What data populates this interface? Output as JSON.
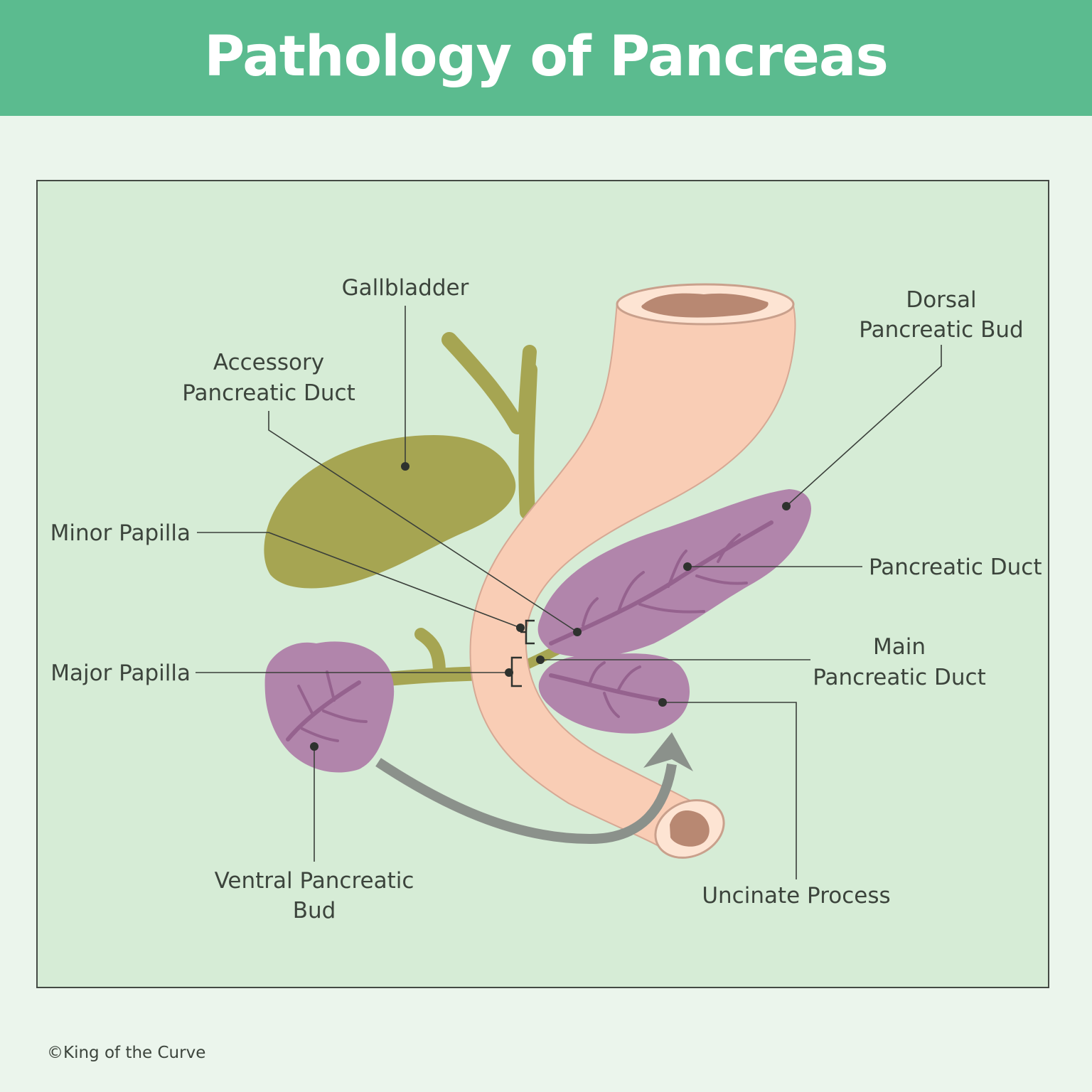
{
  "title": "Pathology of Pancreas",
  "copyright": "©King of the Curve",
  "labels": {
    "gallbladder": "Gallbladder",
    "accessory_duct": [
      "Accessory",
      "Pancreatic Duct"
    ],
    "dorsal_bud": [
      "Dorsal",
      "Pancreatic Bud"
    ],
    "minor_papilla": "Minor Papilla",
    "major_papilla": "Major Papilla",
    "pancreatic_duct": "Pancreatic Duct",
    "main_duct": [
      "Main",
      "Pancreatic Duct"
    ],
    "uncinate": "Uncinate Process",
    "ventral_bud": [
      "Ventral Pancreatic",
      "Bud"
    ]
  },
  "colors": {
    "header": "#5bbb8f",
    "panel": "#d6ecd6",
    "duodenum": "#f9cdb5",
    "lumen": "#b88872",
    "gallbladder": "#a6a552",
    "pancreas": "#b185ab",
    "pancreas_vein": "#95628e",
    "arrow": "#8b918b"
  }
}
